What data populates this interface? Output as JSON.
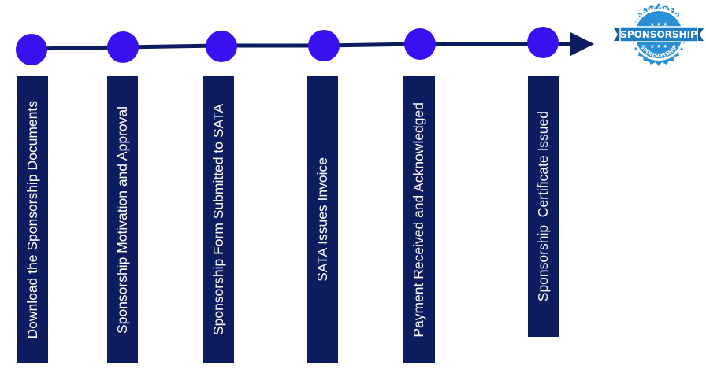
{
  "steps": [
    {
      "label": "Download the Sponsorship Documents"
    },
    {
      "label": "Sponsorship Motivation and Approval"
    },
    {
      "label": "Sponsorship Form Submitted to SATA"
    },
    {
      "label": "SATA Issues Invoice"
    },
    {
      "label": "Payment Received and Acknowledged"
    },
    {
      "label": "Sponsorship  Certificate Issued"
    }
  ],
  "badge": {
    "top_text": "SPONSORSHIP",
    "ribbon_text": "SPONSORSHIP",
    "bottom_text": "SPONSORSHIP"
  },
  "colors": {
    "node": "#3a10f0",
    "line": "#0d1c5e",
    "bar": "#0d1c5e",
    "badge_blue": "#2a8fd6",
    "ribbon_blue": "#1f7fc4"
  }
}
